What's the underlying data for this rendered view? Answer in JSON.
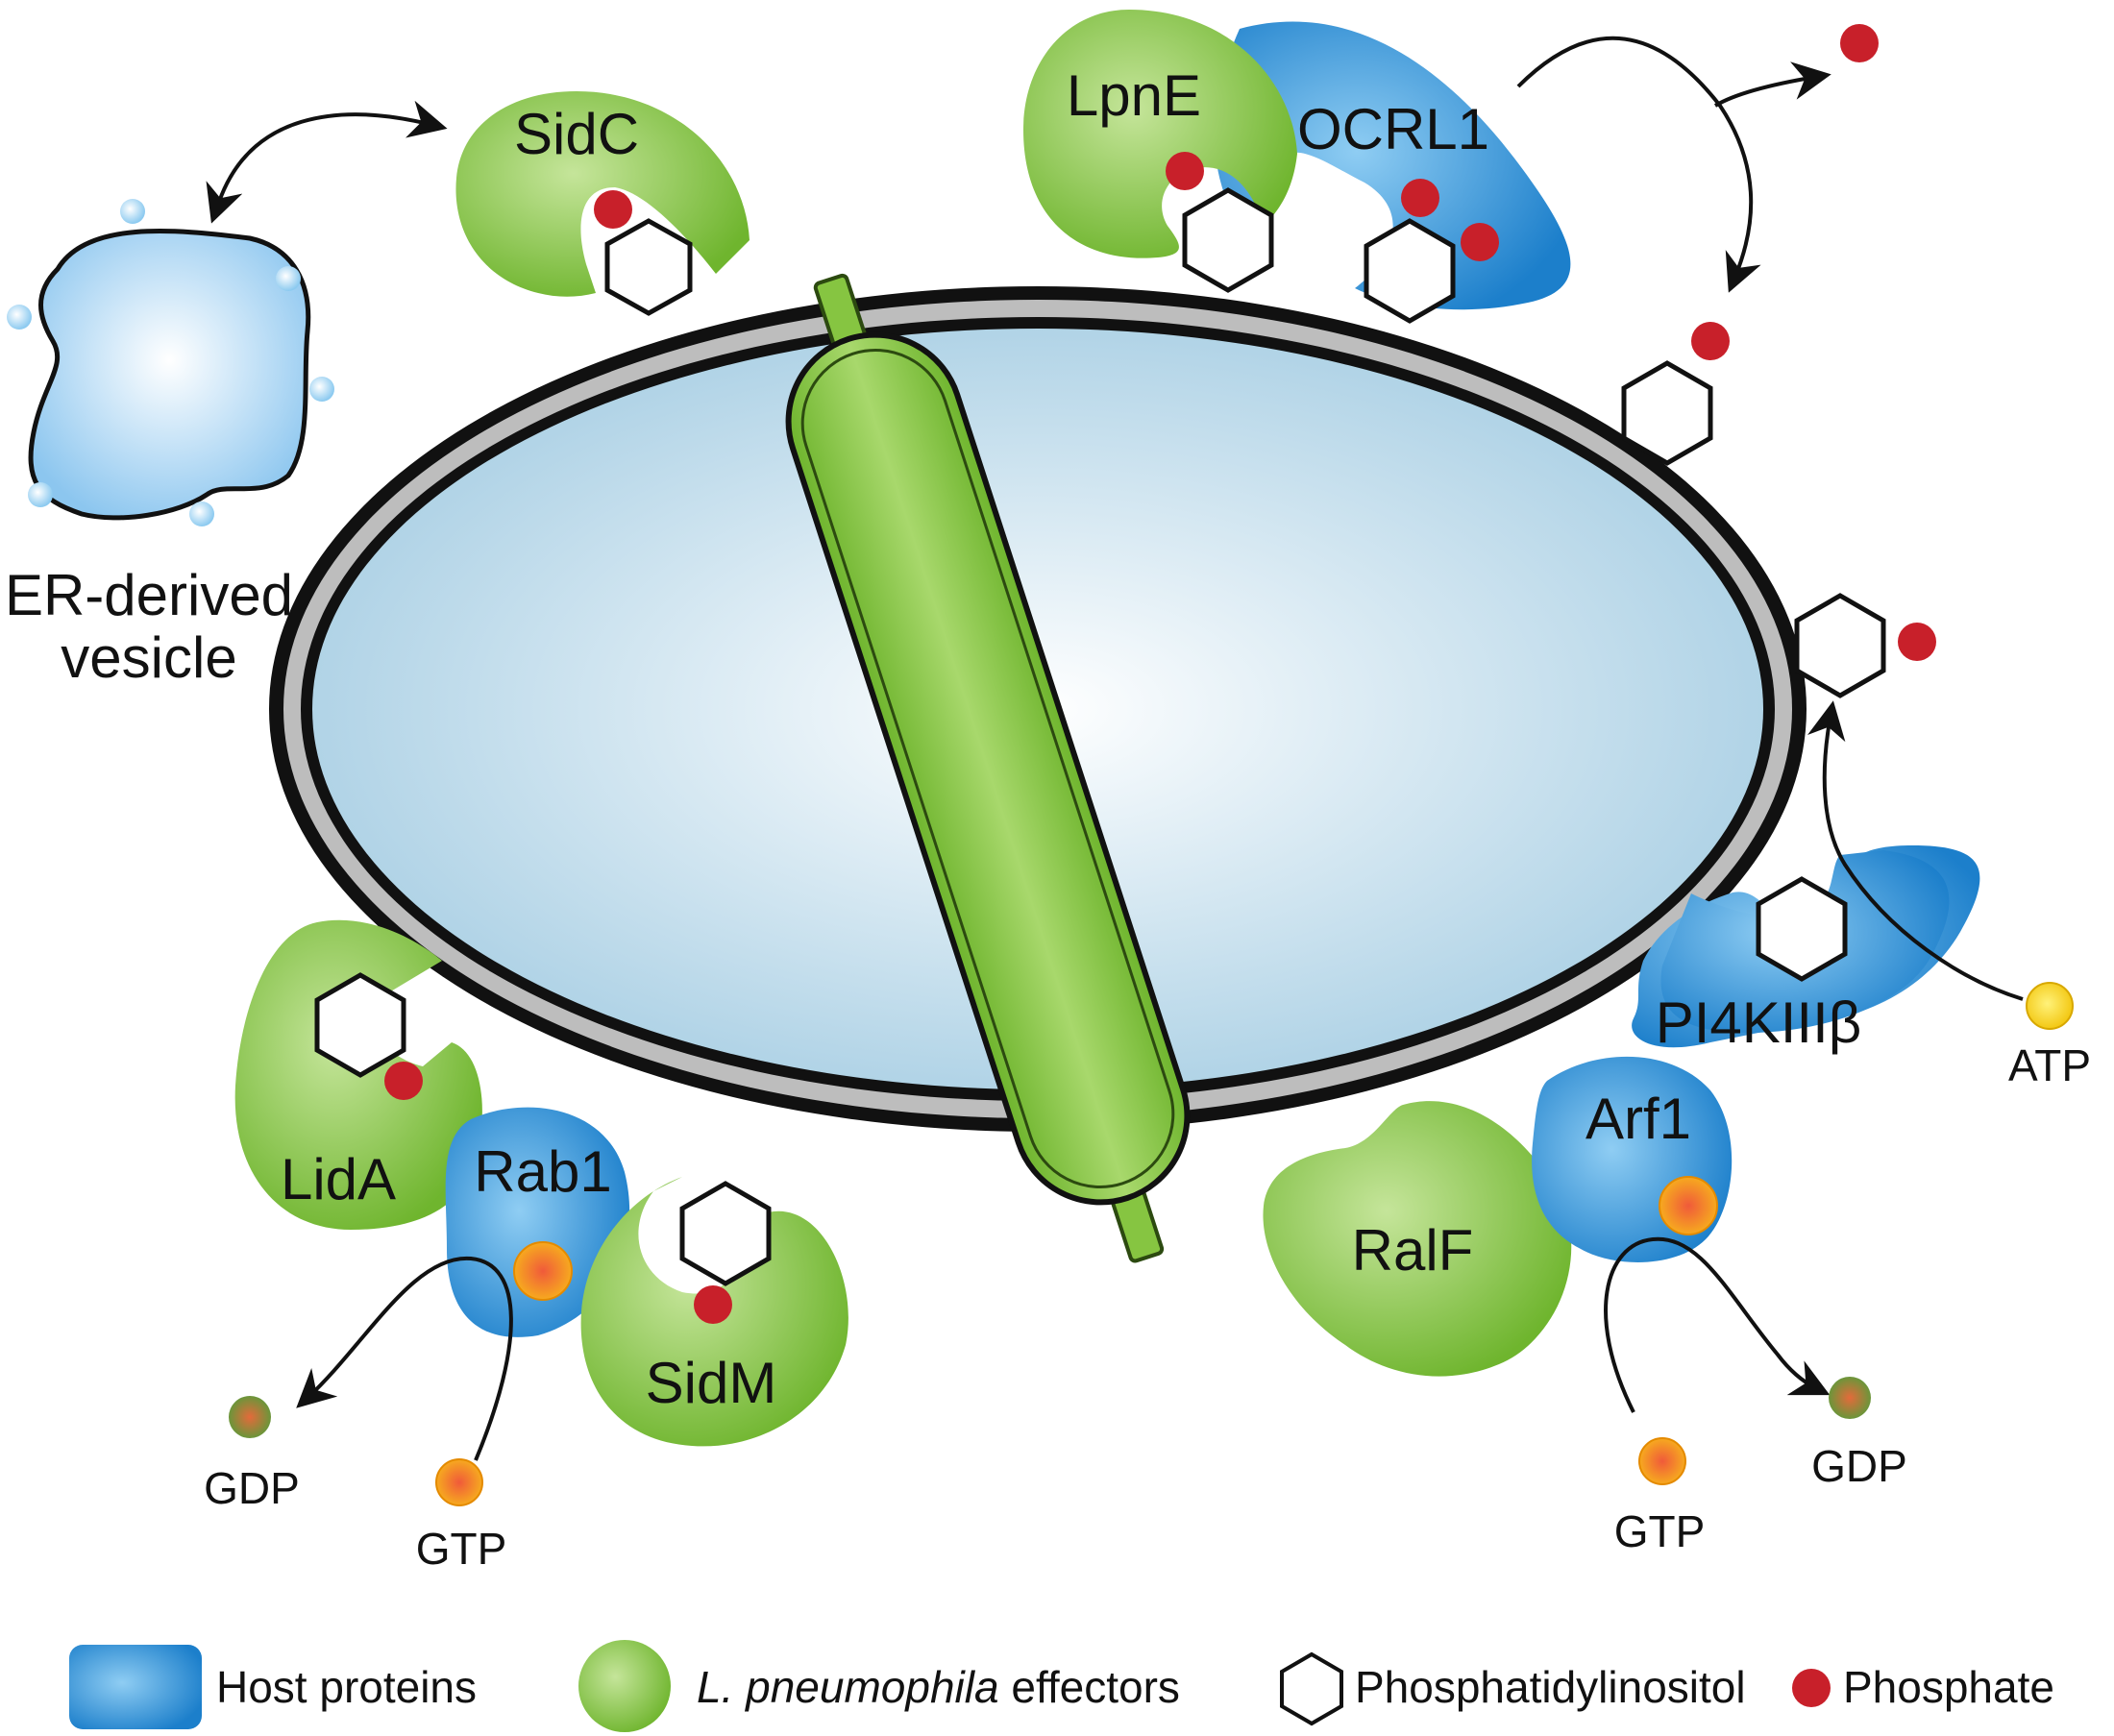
{
  "labels": {
    "sidc": "SidC",
    "lpne": "LpnE",
    "ocrl1": "OCRL1",
    "lida": "LidA",
    "rab1": "Rab1",
    "sidm": "SidM",
    "ralf": "RalF",
    "arf1": "Arf1",
    "pi4k": "PI4KIIIβ",
    "vesicle_line1": "ER-derived",
    "vesicle_line2": "vesicle",
    "gdp_left": "GDP",
    "gtp_left": "GTP",
    "gtp_right": "GTP",
    "gdp_right": "GDP",
    "atp": "ATP"
  },
  "legend": {
    "host": "Host proteins",
    "effectors_italic": "L. pneumophila",
    "effectors_rest": " effectors",
    "pi": "Phosphatidylinositol",
    "phosphate": "Phosphate"
  },
  "colors": {
    "host_blue": "#2d8fd8",
    "effector_green": "#86c541",
    "vacuole_blue": "#b8d8ea",
    "phosphate_red": "#c8202a",
    "gtp_orange": "#f29a1f",
    "gdp_olive": "#7a9a3a",
    "atp_yellow": "#f4cc10"
  }
}
